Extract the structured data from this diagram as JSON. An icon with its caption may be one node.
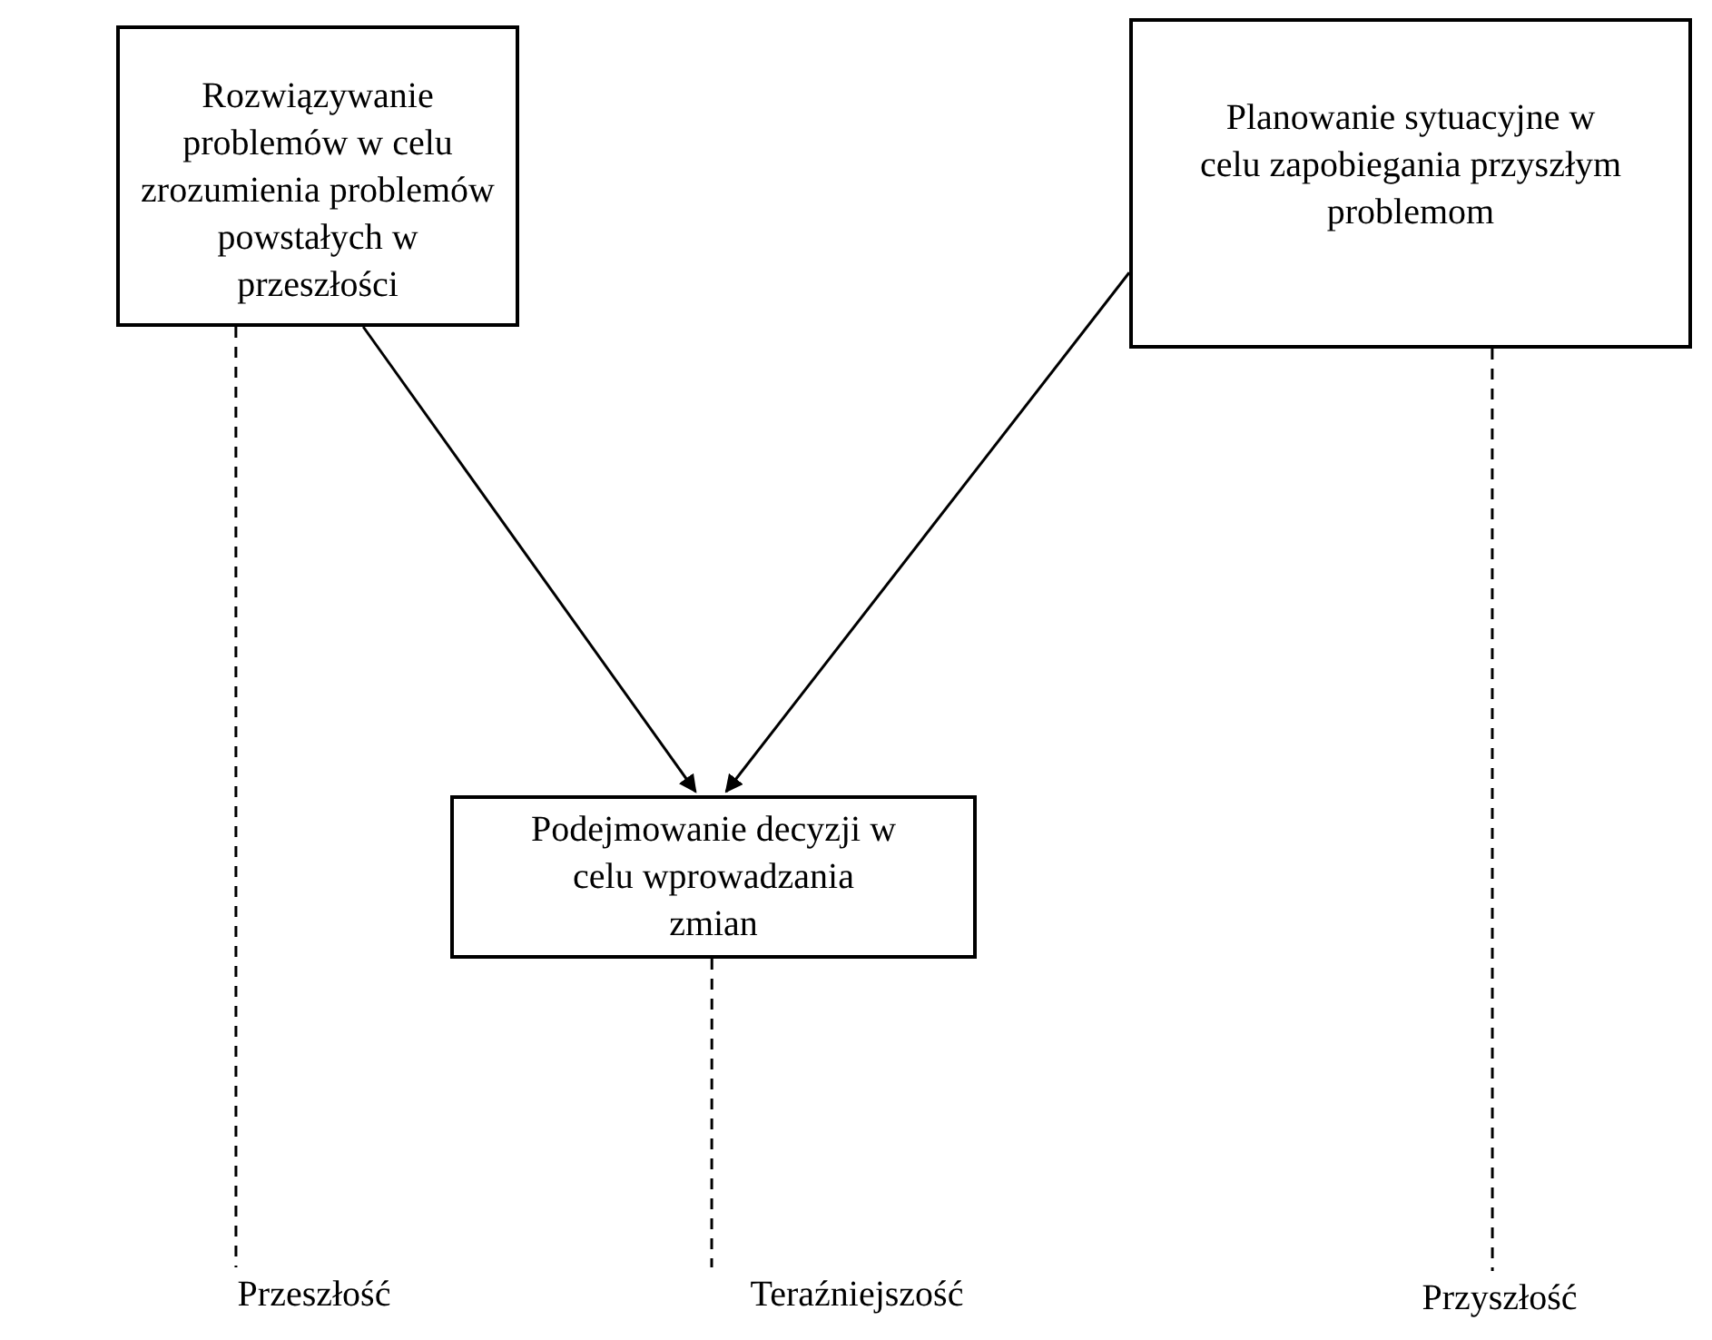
{
  "diagram": {
    "nodes": [
      {
        "text": [
          "Rozwiązywanie problemów w celu zrozumienia problemów powstałych w przeszłości"
        ]
      },
      {
        "text": [
          "Planowanie sytuacyjne w celu zapobiegania przyszłym problemom"
        ]
      },
      {
        "text": [
          "Podejmowanie decyzji w celu wprowadzania zmian"
        ]
      },
      {
        "text": [
          "Przeszłość"
        ]
      },
      {
        "text": [
          "Teraźniejszość"
        ]
      },
      {
        "text": [
          "Przyszłość"
        ]
      }
    ],
    "edges": [
      {
        "from": 0,
        "to": 2,
        "arrow": "to"
      },
      {
        "from": 1,
        "to": 2,
        "arrow": "to"
      },
      {
        "from": 0,
        "to": 3,
        "arrow": "none",
        "style": "dashed"
      },
      {
        "from": 2,
        "to": 4,
        "arrow": "none",
        "style": "dashed"
      },
      {
        "from": 1,
        "to": 5,
        "arrow": "none",
        "style": "dashed"
      }
    ]
  }
}
